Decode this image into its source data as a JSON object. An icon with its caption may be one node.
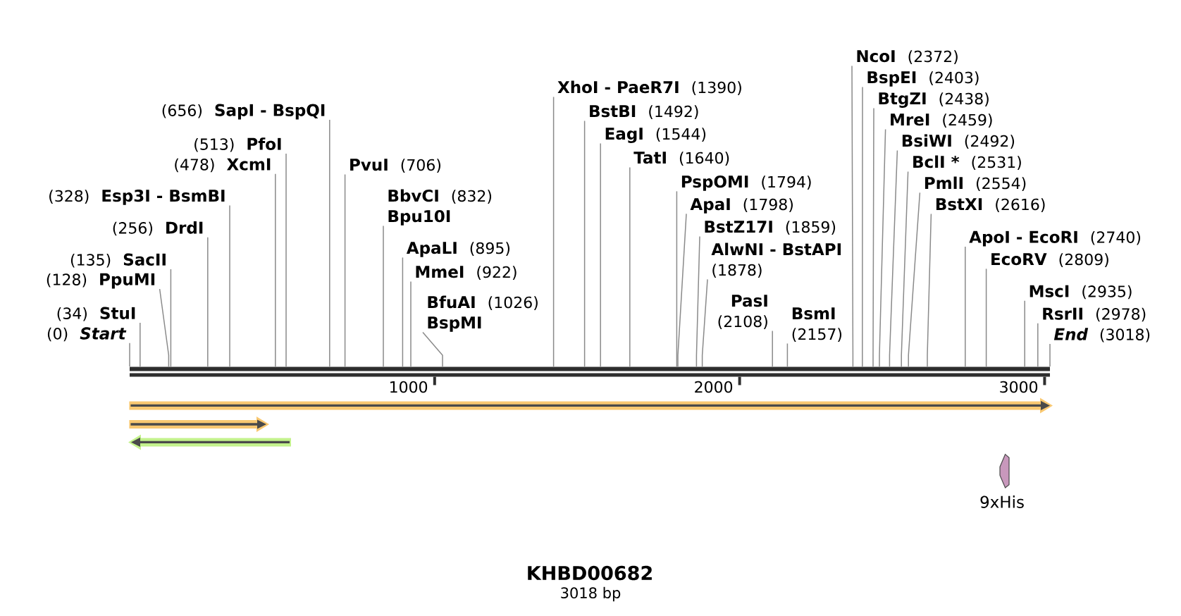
{
  "diagram": {
    "title": "KHBD00682",
    "caption": "3018 bp",
    "nodes": [
      {
        "text": [
          "(0)",
          "Start"
        ]
      },
      {
        "text": [
          "(34)",
          "StuI"
        ]
      },
      {
        "text": [
          "(128)",
          "PpuMI"
        ]
      },
      {
        "text": [
          "(135)",
          "SacII"
        ]
      },
      {
        "text": [
          "(256)",
          "DrdI"
        ]
      },
      {
        "text": [
          "(328)",
          "Esp3I - BsmBI"
        ]
      },
      {
        "text": [
          "(478)",
          "XcmI"
        ]
      },
      {
        "text": [
          "(513)",
          "PfoI"
        ]
      },
      {
        "text": [
          "(656)",
          "SapI - BspQI"
        ]
      },
      {
        "text": [
          "PvuI",
          "(706)"
        ]
      },
      {
        "text": [
          "BbvCI",
          "(832)",
          "Bpu10I"
        ]
      },
      {
        "text": [
          "ApaLI",
          "(895)"
        ]
      },
      {
        "text": [
          "MmeI",
          "(922)"
        ]
      },
      {
        "text": [
          "BfuAI",
          "(1026)",
          "BspMI"
        ]
      },
      {
        "text": [
          "XhoI - PaeR7I",
          "(1390)"
        ]
      },
      {
        "text": [
          "BstBI",
          "(1492)"
        ]
      },
      {
        "text": [
          "EagI",
          "(1544)"
        ]
      },
      {
        "text": [
          "TatI",
          "(1640)"
        ]
      },
      {
        "text": [
          "PspOMI",
          "(1794)"
        ]
      },
      {
        "text": [
          "ApaI",
          "(1798)"
        ]
      },
      {
        "text": [
          "BstZ17I",
          "(1859)"
        ]
      },
      {
        "text": [
          "AlwNI - BstAPI",
          "(1878)"
        ]
      },
      {
        "text": [
          "PasI",
          "(2108)"
        ]
      },
      {
        "text": [
          "BsmI",
          "(2157)"
        ]
      },
      {
        "text": [
          "NcoI",
          "(2372)"
        ]
      },
      {
        "text": [
          "BspEI",
          "(2403)"
        ]
      },
      {
        "text": [
          "BtgZI",
          "(2438)"
        ]
      },
      {
        "text": [
          "MreI",
          "(2459)"
        ]
      },
      {
        "text": [
          "BsiWI",
          "(2492)"
        ]
      },
      {
        "text": [
          "BclI *",
          "(2531)"
        ]
      },
      {
        "text": [
          "PmlI",
          "(2554)"
        ]
      },
      {
        "text": [
          "BstXI",
          "(2616)"
        ]
      },
      {
        "text": [
          "ApoI - EcoRI",
          "(2740)"
        ]
      },
      {
        "text": [
          "EcoRV",
          "(2809)"
        ]
      },
      {
        "text": [
          "MscI",
          "(2935)"
        ]
      },
      {
        "text": [
          "RsrII",
          "(2978)"
        ]
      },
      {
        "text": [
          "End",
          "(3018)"
        ]
      },
      {
        "text": [],
        "shape": "bar"
      }
    ],
    "edges": [
      {
        "from": 0,
        "to": 37,
        "arrow": "none"
      },
      {
        "from": 1,
        "to": 37,
        "arrow": "none"
      },
      {
        "from": 2,
        "to": 37,
        "arrow": "none"
      },
      {
        "from": 3,
        "to": 37,
        "arrow": "none"
      },
      {
        "from": 4,
        "to": 37,
        "arrow": "none"
      },
      {
        "from": 5,
        "to": 37,
        "arrow": "none"
      },
      {
        "from": 6,
        "to": 37,
        "arrow": "none"
      },
      {
        "from": 7,
        "to": 37,
        "arrow": "none"
      },
      {
        "from": 8,
        "to": 37,
        "arrow": "none"
      },
      {
        "from": 9,
        "to": 37,
        "arrow": "none"
      },
      {
        "from": 10,
        "to": 37,
        "arrow": "none"
      },
      {
        "from": 11,
        "to": 37,
        "arrow": "none"
      },
      {
        "from": 12,
        "to": 37,
        "arrow": "none"
      },
      {
        "from": 13,
        "to": 37,
        "arrow": "none"
      },
      {
        "from": 14,
        "to": 37,
        "arrow": "none"
      },
      {
        "from": 15,
        "to": 37,
        "arrow": "none"
      },
      {
        "from": 16,
        "to": 37,
        "arrow": "none"
      },
      {
        "from": 17,
        "to": 37,
        "arrow": "none"
      },
      {
        "from": 18,
        "to": 37,
        "arrow": "none"
      },
      {
        "from": 19,
        "to": 37,
        "arrow": "none"
      },
      {
        "from": 20,
        "to": 37,
        "arrow": "none"
      },
      {
        "from": 21,
        "to": 37,
        "arrow": "none"
      },
      {
        "from": 22,
        "to": 37,
        "arrow": "none"
      },
      {
        "from": 23,
        "to": 37,
        "arrow": "none"
      },
      {
        "from": 24,
        "to": 37,
        "arrow": "none"
      },
      {
        "from": 25,
        "to": 37,
        "arrow": "none"
      },
      {
        "from": 26,
        "to": 37,
        "arrow": "none"
      },
      {
        "from": 27,
        "to": 37,
        "arrow": "none"
      },
      {
        "from": 28,
        "to": 37,
        "arrow": "none"
      },
      {
        "from": 29,
        "to": 37,
        "arrow": "none"
      },
      {
        "from": 30,
        "to": 37,
        "arrow": "none"
      },
      {
        "from": 31,
        "to": 37,
        "arrow": "none"
      },
      {
        "from": 32,
        "to": 37,
        "arrow": "none"
      },
      {
        "from": 33,
        "to": 37,
        "arrow": "none"
      },
      {
        "from": 34,
        "to": 37,
        "arrow": "none"
      },
      {
        "from": 35,
        "to": 37,
        "arrow": "none"
      },
      {
        "from": 36,
        "to": 37,
        "arrow": "none"
      }
    ],
    "labels": [
      "1000",
      "2000",
      "3000",
      "9xHis"
    ]
  }
}
